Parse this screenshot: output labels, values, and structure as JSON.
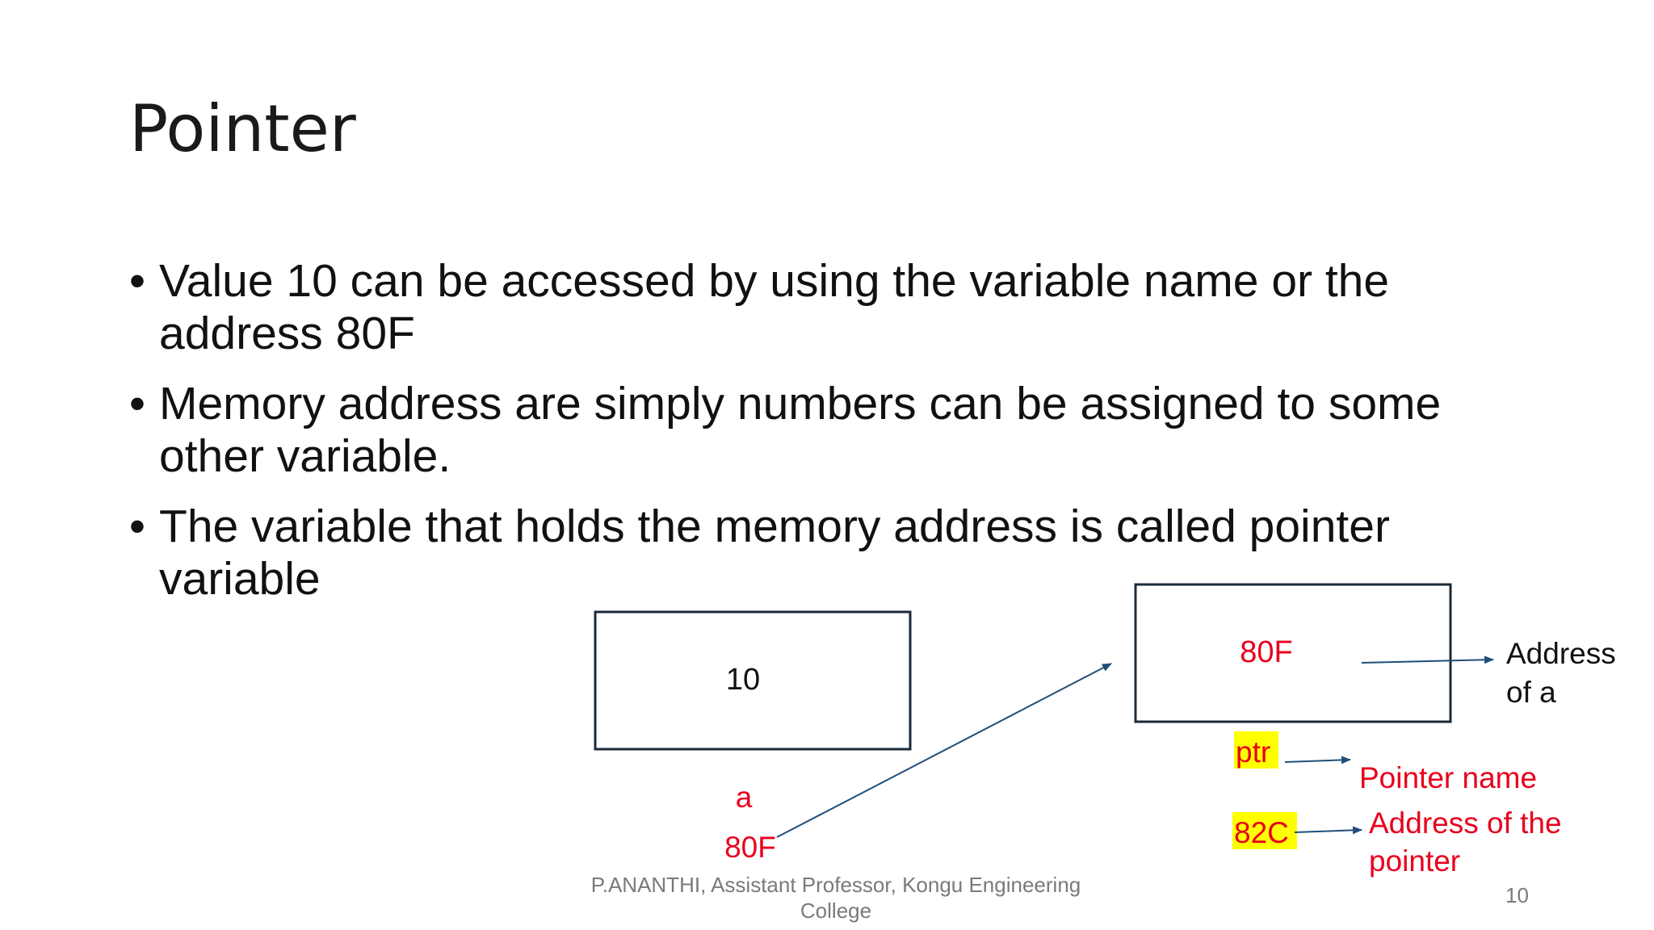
{
  "slide": {
    "title": "Pointer",
    "bullets": [
      {
        "line1": "Value 10 can be accessed by using the variable name or the",
        "line2": "address 80F"
      },
      {
        "line1": "Memory address are simply numbers can be assigned to some",
        "line2": "other variable."
      },
      {
        "line1": "The variable that holds the memory address is called pointer",
        "line2": "variable"
      }
    ],
    "bullet_symbol": "•"
  },
  "diagram": {
    "var_box": {
      "value": "10",
      "name": "a",
      "address": "80F"
    },
    "ptr_box": {
      "value": "80F",
      "name": "ptr",
      "address": "82C",
      "value_caption": {
        "line1": "Address",
        "line2": "of a"
      },
      "name_caption": "Pointer name",
      "address_caption": {
        "line1": "Address of the",
        "line2": "pointer"
      }
    },
    "colors": {
      "label_red": "#e8001c",
      "highlight": "#ffff00",
      "arrow": "#1f4e79",
      "box_border": "#1a2a3a"
    }
  },
  "footer": {
    "author_line1": "P.ANANTHI, Assistant Professor, Kongu Engineering",
    "author_line2": "College",
    "page_number": "10"
  }
}
